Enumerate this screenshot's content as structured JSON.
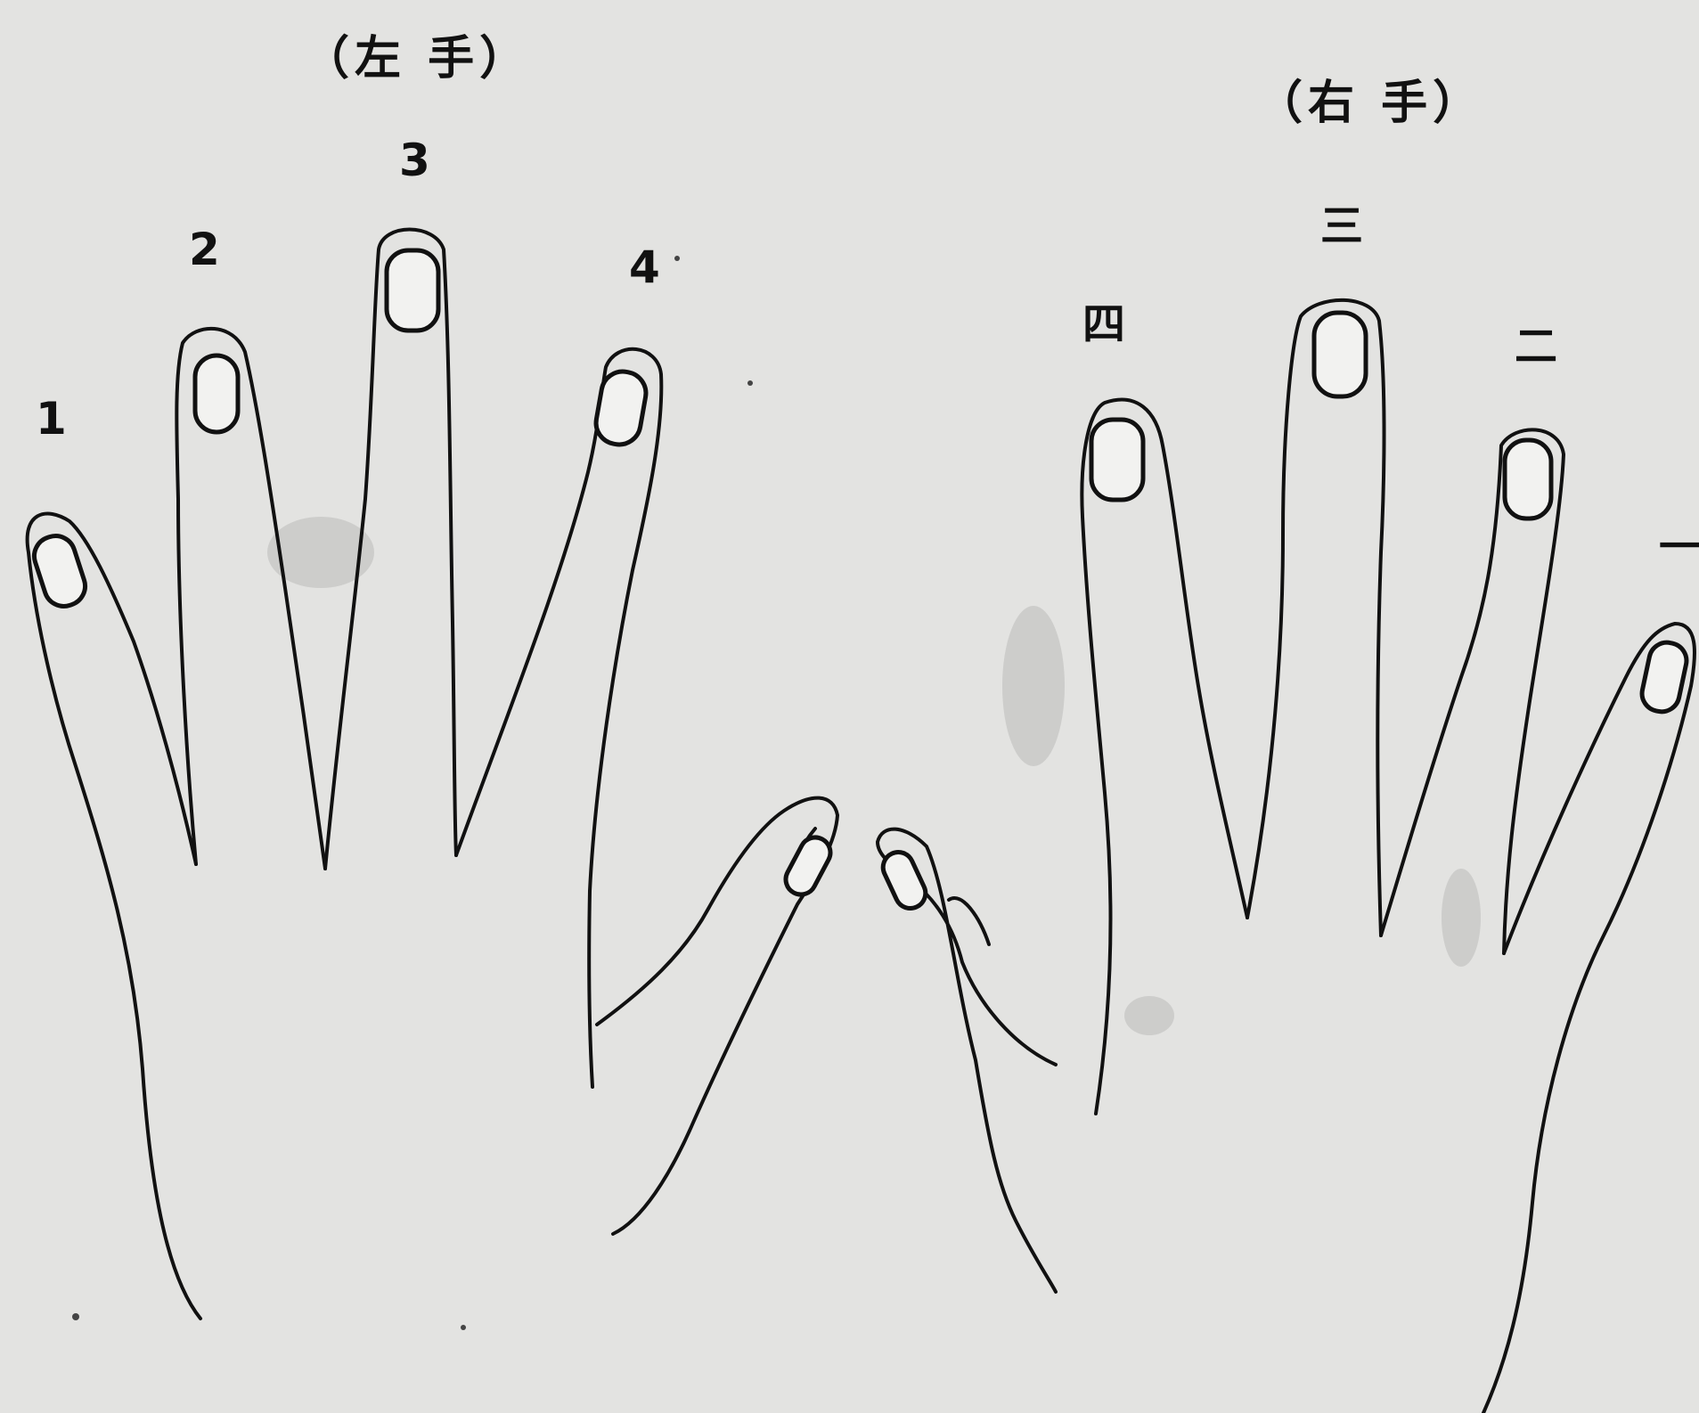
{
  "left_hand": {
    "title": "（左 手）",
    "finger_labels": [
      "1",
      "2",
      "3",
      "4"
    ]
  },
  "right_hand": {
    "title": "（右 手）",
    "finger_labels": [
      "四",
      "三",
      "二",
      "一"
    ]
  },
  "colors": {
    "paper": "#e3e3e1",
    "ink": "#111111"
  }
}
